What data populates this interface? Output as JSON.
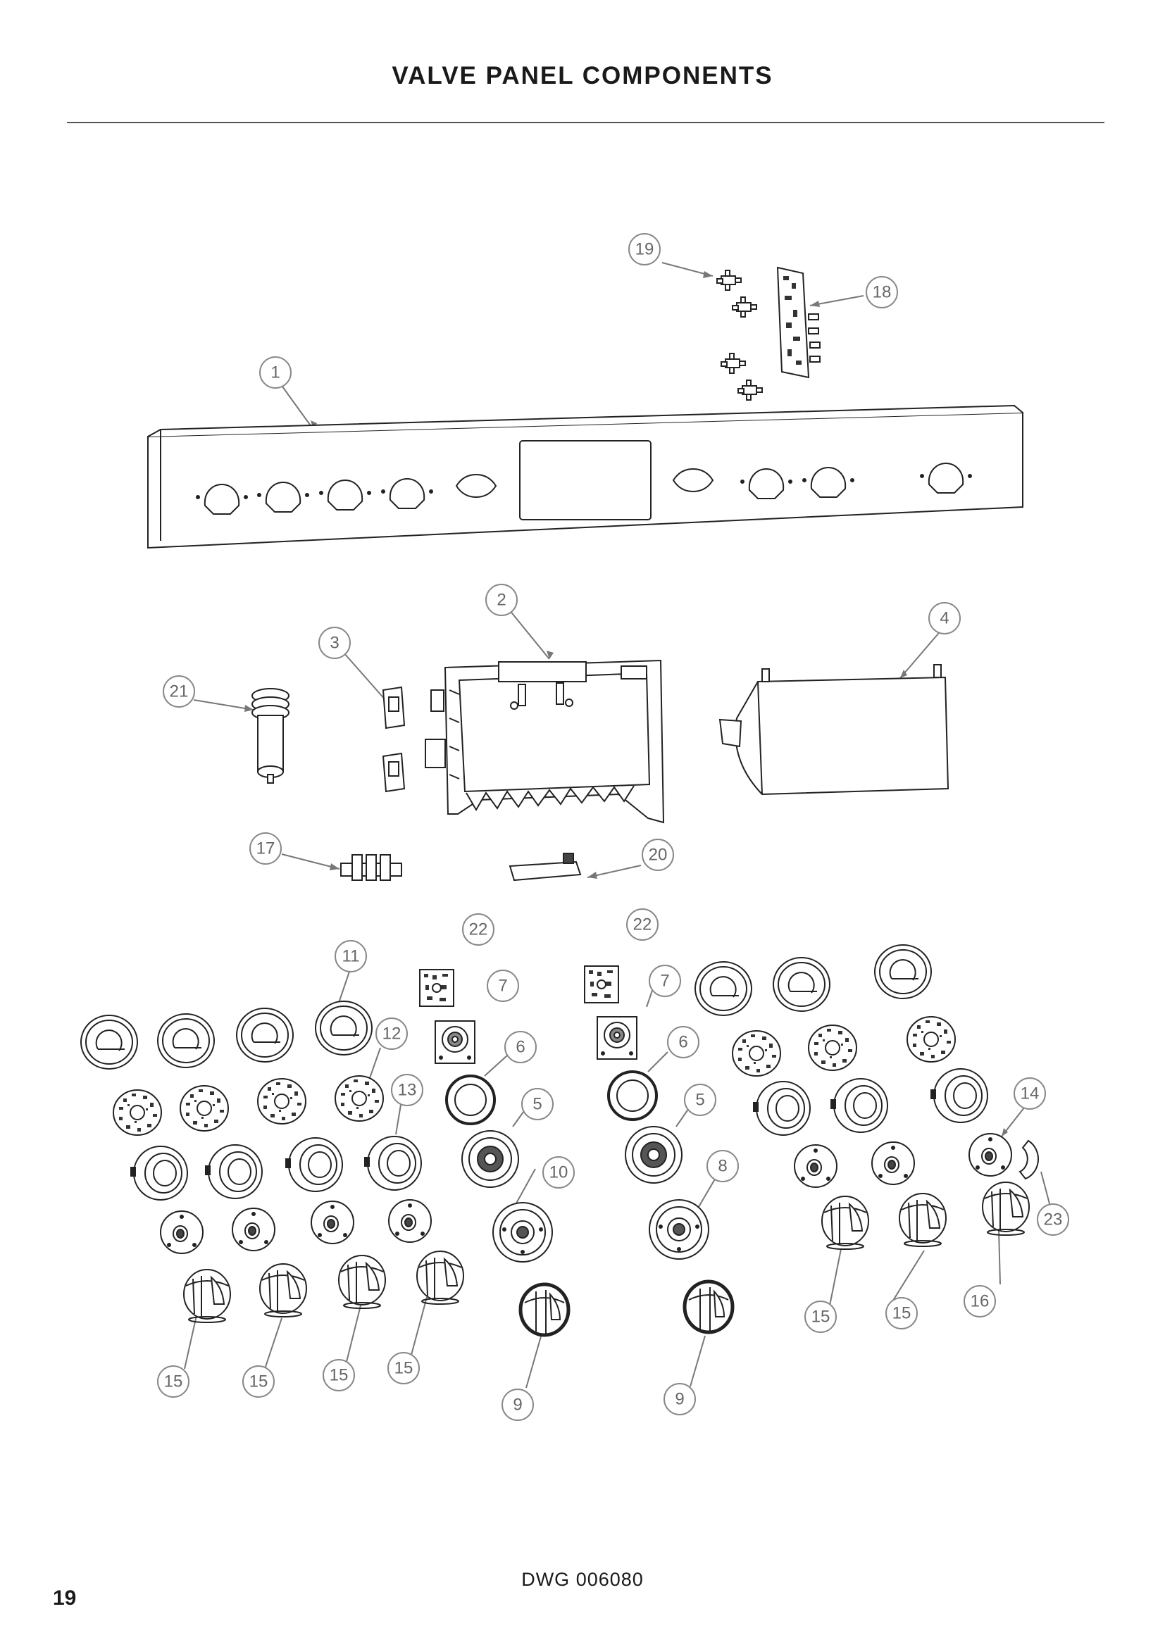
{
  "title": "VALVE PANEL COMPONENTS",
  "drawing_number": "DWG 006080",
  "page_number": "19",
  "callouts": [
    "1",
    "2",
    "3",
    "4",
    "5",
    "6",
    "7",
    "8",
    "9",
    "10",
    "11",
    "12",
    "13",
    "14",
    "15",
    "16",
    "17",
    "18",
    "19",
    "20",
    "21",
    "22",
    "23"
  ]
}
